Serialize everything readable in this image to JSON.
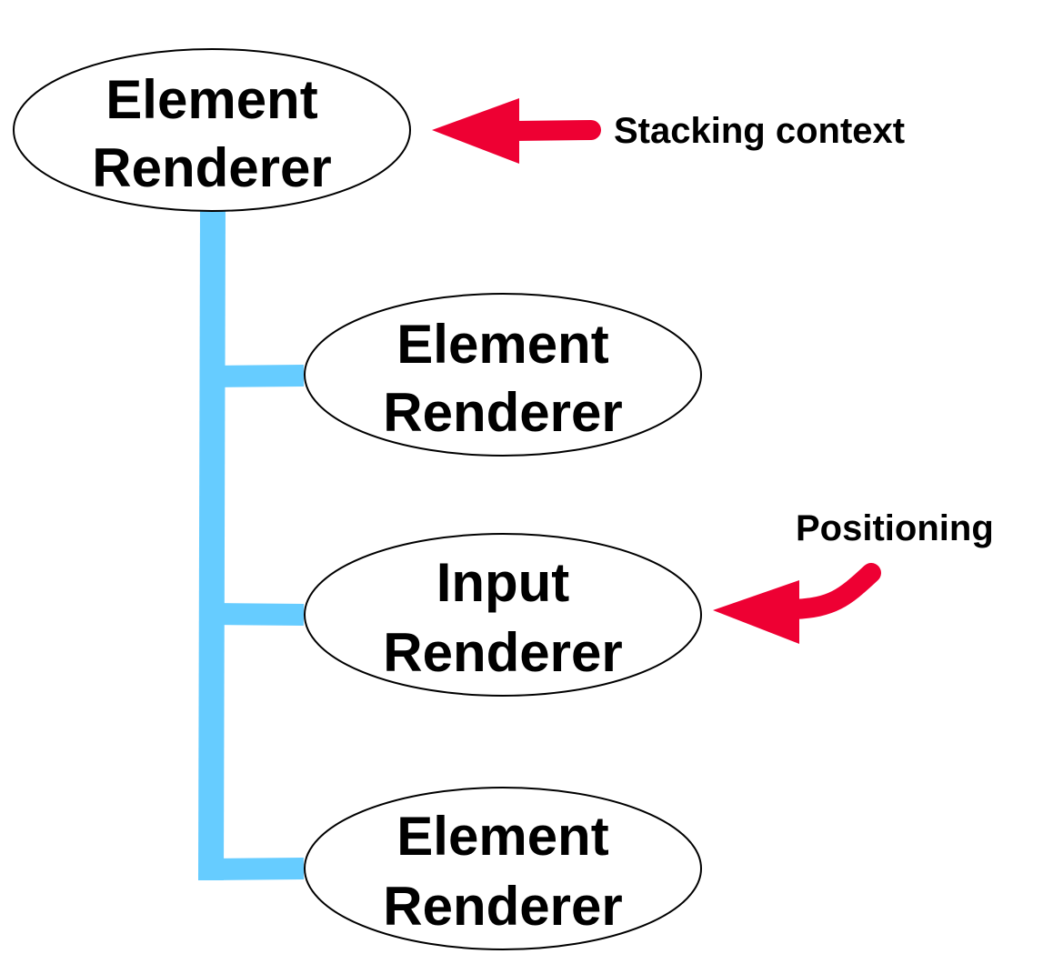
{
  "colors": {
    "tree_connector": "#66CCFF",
    "annotation_arrow": "#EE0033",
    "node_stroke": "#000000",
    "node_fill": "#FFFFFF",
    "text": "#000000"
  },
  "nodes": [
    {
      "line1": "Element",
      "line2": "Renderer"
    },
    {
      "line1": "Element",
      "line2": "Renderer"
    },
    {
      "line1": "Input",
      "line2": "Renderer"
    },
    {
      "line1": "Element",
      "line2": "Renderer"
    }
  ],
  "annotations": {
    "stacking_context": "Stacking context",
    "positioning": "Positioning"
  }
}
